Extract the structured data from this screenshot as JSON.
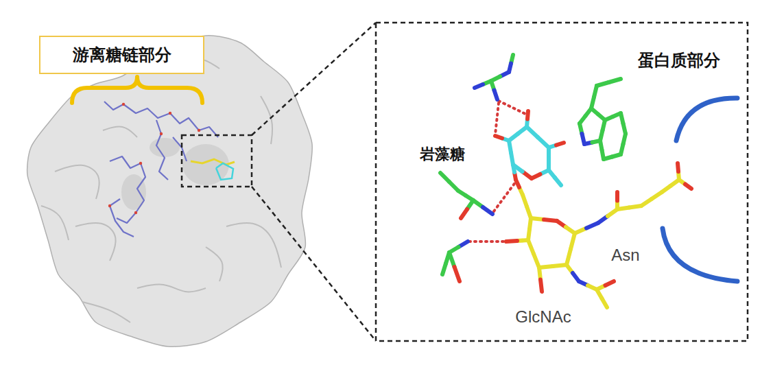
{
  "diagram": {
    "nodes": [
      {
        "text": [
          "游离糖链部分"
        ]
      }
    ],
    "labels": [
      "蛋白质部分",
      "岩藻糖",
      "Asn",
      "GlcNAc"
    ]
  }
}
